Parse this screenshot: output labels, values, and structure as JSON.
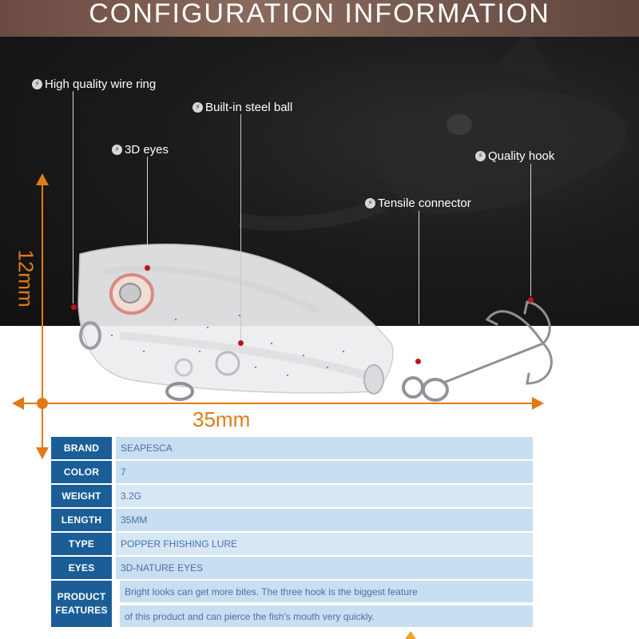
{
  "header": {
    "title": "CONFIGURATION INFORMATION"
  },
  "callouts": [
    {
      "id": "wire-ring",
      "label": "High quality wire ring",
      "icon": "bolt-icon"
    },
    {
      "id": "steel-ball",
      "label": "Built-in steel ball",
      "icon": "bolt-icon"
    },
    {
      "id": "eyes",
      "label": "3D eyes",
      "icon": "bolt-icon"
    },
    {
      "id": "hook",
      "label": "Quality hook",
      "icon": "bolt-icon"
    },
    {
      "id": "connector",
      "label": "Tensile connector",
      "icon": "bolt-icon"
    }
  ],
  "dimensions": {
    "height": "12mm",
    "length": "35mm"
  },
  "specs": [
    {
      "key": "BRAND",
      "value": "SEAPESCA"
    },
    {
      "key": "COLOR",
      "value": "7"
    },
    {
      "key": "WEIGHT",
      "value": "3.2G"
    },
    {
      "key": "LENGTH",
      "value": "35MM"
    },
    {
      "key": "TYPE",
      "value": "POPPER FHISHING LURE"
    },
    {
      "key": "EYES",
      "value": "3D-NATURE EYES"
    }
  ],
  "features": {
    "key_line1": "PRODUCT",
    "key_line2": "FEATURES",
    "line1": "Bright looks can get more bites. The three hook is the biggest feature",
    "line2": "of this product and can pierce the fish's mouth very quickly."
  },
  "colors": {
    "accent_orange": "#e07a17",
    "table_key_bg": "#1b5e97",
    "table_val_bg": "#c8dff1",
    "callout_dot": "#c0101e"
  }
}
